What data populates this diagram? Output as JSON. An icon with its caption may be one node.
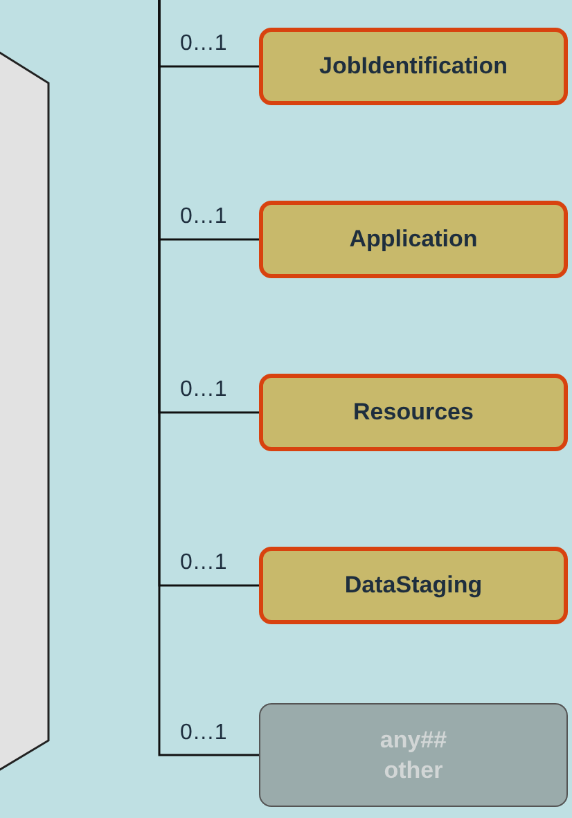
{
  "diagram": {
    "nodes": [
      {
        "text": [],
        "shape": "hexagon"
      },
      {
        "text": [
          "JobIdentification"
        ]
      },
      {
        "text": [
          "Application"
        ]
      },
      {
        "text": [
          "Resources"
        ]
      },
      {
        "text": [
          "DataStaging"
        ]
      },
      {
        "text": [
          "any## other"
        ]
      }
    ],
    "edges": [
      {
        "from": null,
        "to": 1,
        "arrow": "none",
        "label": "0…1"
      },
      {
        "from": null,
        "to": 2,
        "arrow": "none",
        "label": "0…1"
      },
      {
        "from": null,
        "to": 3,
        "arrow": "none",
        "label": "0…1"
      },
      {
        "from": null,
        "to": 4,
        "arrow": "none",
        "label": "0…1"
      },
      {
        "from": null,
        "to": 5,
        "arrow": "none",
        "label": "0…1"
      }
    ]
  }
}
